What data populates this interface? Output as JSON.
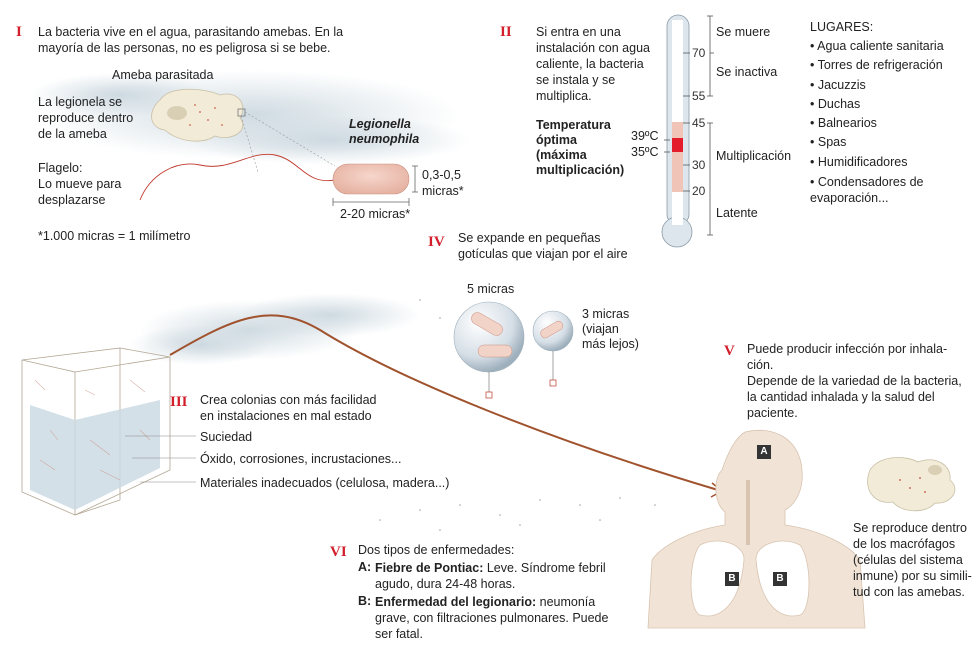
{
  "section1": {
    "numeral": "I",
    "intro": "La bacteria vive en el agua, parasitando amebas. En la\nmayoría de las personas, no es peligrosa si se bebe.",
    "ameba_label": "Ameba parasitada",
    "reproduce_label": "La legionela se\nreproduce dentro\nde la ameba",
    "species_line1": "Legionella",
    "species_line2": "neumophila",
    "flagelo_label": "Flagelo:\nLo mueve para\ndesplazarse",
    "width_label": "0,3-0,5\nmicras*",
    "length_label": "2-20 micras*",
    "footnote": "*1.000 micras = 1 milímetro"
  },
  "section2": {
    "numeral": "II",
    "text": "Si entra en una\ninstalación con agua\ncaliente, la bacteria\nse instala y se\nmultiplica.",
    "optimal_label": "Temperatura\nóptima\n(máxima\nmultiplicación)",
    "temp_39": "39ºC",
    "temp_35": "35ºC",
    "ticks": [
      "70",
      "55",
      "45",
      "30",
      "20"
    ],
    "zones": [
      "Se muere",
      "Se inactiva",
      "Multiplicación",
      "Latente"
    ],
    "places_title": "LUGARES:",
    "places": [
      "Agua caliente sanitaria",
      "Torres de refrigeración",
      "Jacuzzis",
      "Duchas",
      "Balnearios",
      "Spas",
      "Humidificadores",
      "Condensadores de\nevaporación..."
    ],
    "colors": {
      "optimal": "#e31d2b",
      "range": "#f0c5b7",
      "tube": "#dde6ec"
    }
  },
  "section3": {
    "numeral": "III",
    "text": "Crea colonias con más facilidad\nen instalaciones en mal estado",
    "items": [
      "Suciedad",
      "Óxido, corrosiones, incrustaciones...",
      "Materiales inadecuados (celulosa, madera...)"
    ]
  },
  "section4": {
    "numeral": "IV",
    "text": "Se expande en pequeñas\ngotículas que viajan por el aire",
    "drop_big": "5 micras",
    "drop_small": "3 micras\n(viajan\nmás lejos)"
  },
  "section5": {
    "numeral": "V",
    "text": "Puede producir infección por inhala-\nción.\nDepende de la variedad de la bacteria,\nla cantidad inhalada y la salud del\npaciente.",
    "badge_a": "A",
    "badge_b": "B",
    "macrophage_text": "Se reproduce dentro\nde los macrófagos\n(células del sistema\ninmune) por su simili-\ntud con las amebas."
  },
  "section6": {
    "numeral": "VI",
    "intro": "Dos tipos de enfermedades:",
    "a_letter": "A:",
    "a_title": "Fiebre de Pontiac:",
    "a_text": " Leve. Síndrome febril\nagudo, dura 24-48 horas.",
    "b_letter": "B:",
    "b_title": "Enfermedad del legionario:",
    "b_text": " neumonía\ngrave, con filtraciones pulmonares. Puede\nser fatal."
  }
}
